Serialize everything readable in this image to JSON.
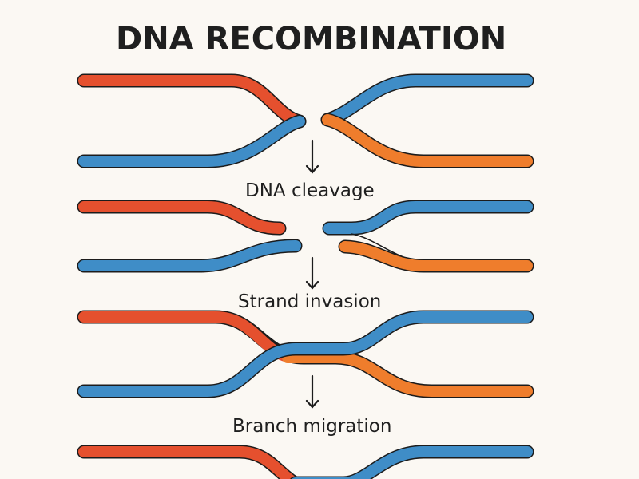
{
  "title": "DNA RECOMBINATION",
  "steps": [
    {
      "label": "DNA cleavage"
    },
    {
      "label": "Strand invasion"
    },
    {
      "label": "Branch migration"
    }
  ],
  "colors": {
    "background": "#fbf8f3",
    "strand_red": "#e5502e",
    "strand_blue": "#3f8dc7",
    "strand_orange": "#ef7d2c",
    "outline": "#1c1c1c"
  }
}
